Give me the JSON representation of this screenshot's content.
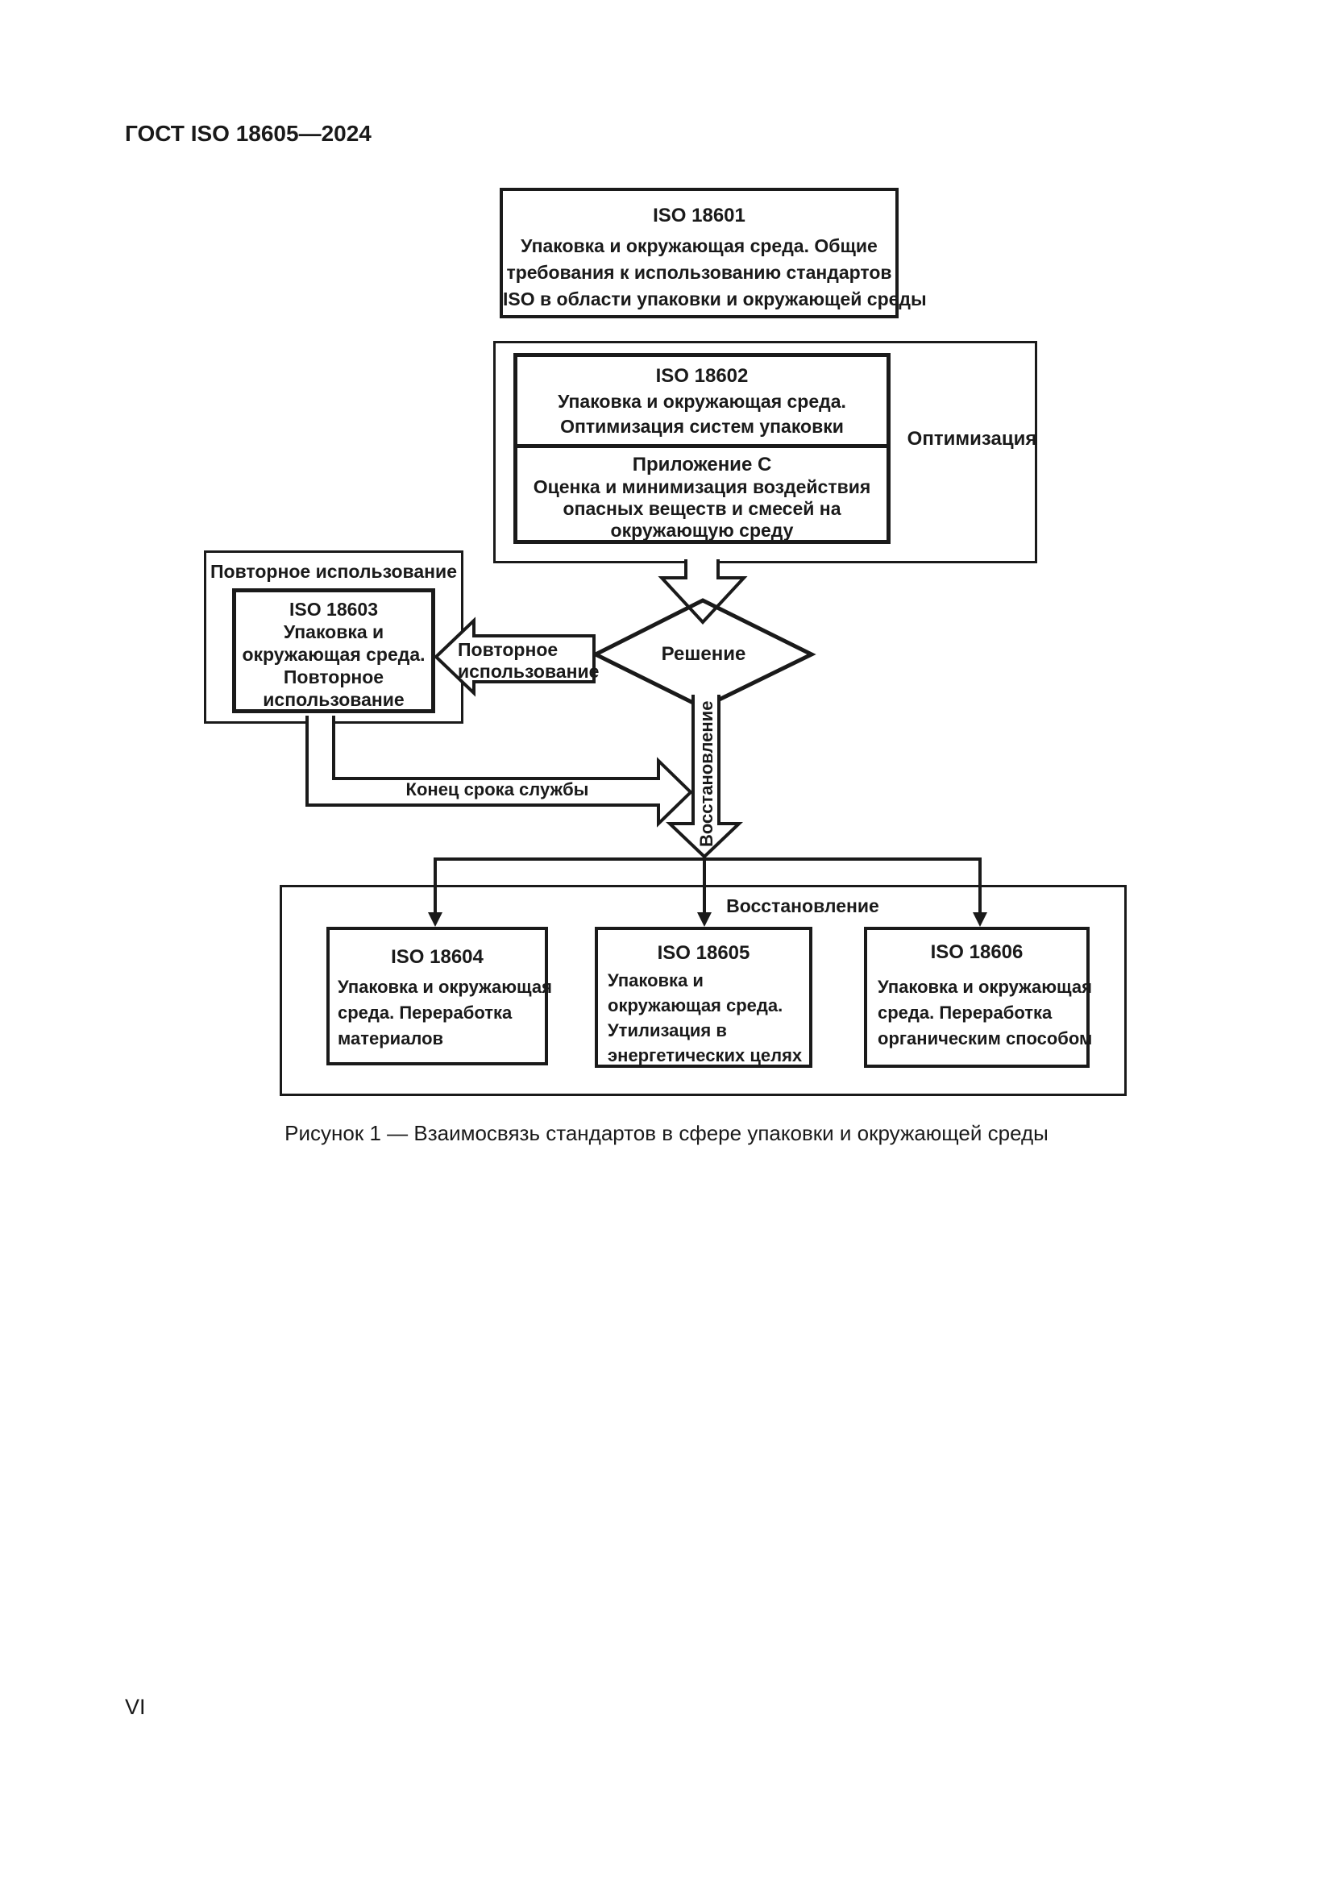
{
  "page": {
    "header": "ГОСТ ISO 18605—2024",
    "footer_page_number": "VI",
    "figure_caption": "Рисунок 1 — Взаимосвязь стандартов в сфере упаковки и окружающей среды"
  },
  "diagram": {
    "iso18601": {
      "title": "ISO 18601",
      "lines": [
        "Упаковка и окружающая среда. Общие",
        "требования к использованию стандартов",
        "ISO в области упаковки и окружающей среды"
      ]
    },
    "optimization": {
      "group_label": "Оптимизация",
      "iso18602": {
        "title": "ISO 18602",
        "lines": [
          "Упаковка и окружающая среда.",
          "Оптимизация систем упаковки"
        ]
      },
      "annex_c": {
        "title": "Приложение C",
        "lines": [
          "Оценка и минимизация воздействия",
          "опасных веществ и смесей на",
          "окружающую среду"
        ]
      }
    },
    "reuse_group": {
      "group_label": "Повторное использование",
      "iso18603": {
        "title": "ISO 18603",
        "lines": [
          "Упаковка и",
          "окружающая среда.",
          "Повторное",
          "использование"
        ]
      }
    },
    "decision": {
      "label": "Решение"
    },
    "arrows": {
      "reuse_arrow": {
        "lines": [
          "Повторное",
          "использование"
        ]
      },
      "recovery_arrow_label": "Восстановление",
      "end_of_life_label": "Конец срока службы"
    },
    "recovery_group": {
      "group_label": "Восстановление",
      "iso18604": {
        "title": "ISO 18604",
        "lines": [
          "Упаковка и окружающая",
          "среда. Переработка",
          "материалов"
        ]
      },
      "iso18605": {
        "title": "ISO 18605",
        "lines": [
          "Упаковка и",
          "окружающая среда.",
          "Утилизация в",
          "энергетических целях"
        ]
      },
      "iso18606": {
        "title": "ISO 18606",
        "lines": [
          "Упаковка и окружающая",
          "среда. Переработка",
          "органическим способом"
        ]
      }
    }
  },
  "colors": {
    "ink": "#1a1a1a",
    "background": "#ffffff"
  }
}
